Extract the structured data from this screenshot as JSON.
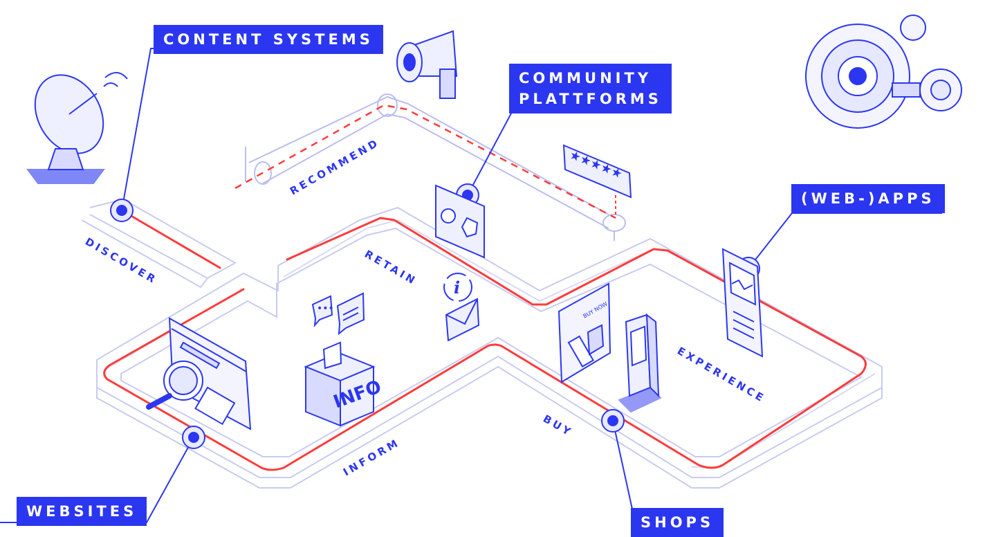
{
  "colors": {
    "accent": "#2b36f0",
    "path": "#ff3b3b",
    "line": "#2b36f0",
    "belt": "#c8cbf0"
  },
  "labels": {
    "content_systems": "CONTENT SYSTEMS",
    "community_line1": "COMMUNITY",
    "community_line2": "PLATTFORMS",
    "web_apps": "(WEB-)APPS",
    "websites": "WEBSITES",
    "shops": "SHOPS"
  },
  "stages": {
    "discover": "DISCOVER",
    "recommend": "RECOMMEND",
    "retain": "RETAIN",
    "inform": "INFORM",
    "buy": "BUY",
    "experience": "EXPERIENCE"
  },
  "illustrations": {
    "info_desk": "INFO",
    "info_glyph": "i",
    "sale_sign": "BUY NOW",
    "rating_stars": "★★★★★"
  },
  "icons": [
    "satellite-dish-icon",
    "megaphone-icon",
    "robot-eye-icon",
    "rating-stars-icon",
    "profile-card-icon",
    "info-cycle-icon",
    "envelope-icon",
    "chat-bubbles-icon",
    "info-desk-icon",
    "browser-window-icon",
    "magnifier-icon",
    "shop-poster-icon",
    "kiosk-icon",
    "phone-app-icon"
  ]
}
